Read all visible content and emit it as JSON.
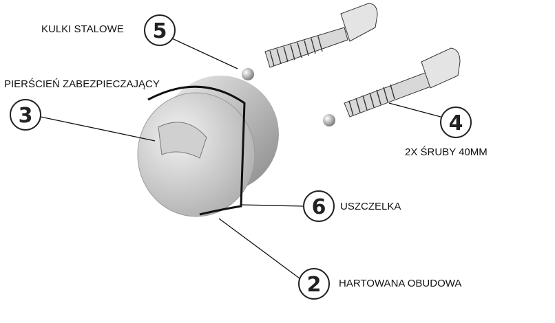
{
  "labels": {
    "balls": "KULKI STALOWE",
    "ring": "PIERŚCIEŃ ZABEZPIECZAJĄCY",
    "screws": "2X ŚRUBY 40MM",
    "seal": "USZCZELKA",
    "housing": "HARTOWANA OBUDOWA"
  },
  "callouts": {
    "balls": "5",
    "ring": "3",
    "screws": "4",
    "seal": "6",
    "housing": "2"
  }
}
